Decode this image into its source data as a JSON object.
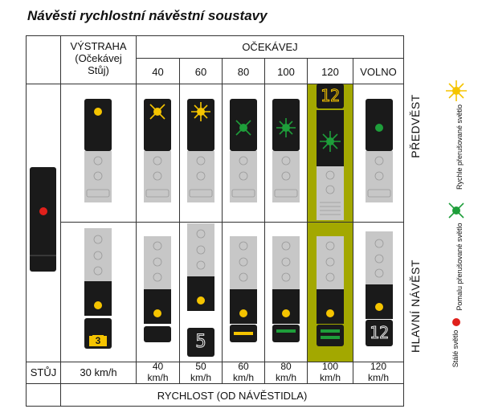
{
  "title": "Návěsti rychlostní návěstní soustavy",
  "header": {
    "warning": [
      "VÝSTRAHA",
      "(Očekávej",
      "Stůj)"
    ],
    "expect": "OČEKÁVEJ",
    "speeds": [
      "40",
      "60",
      "80",
      "100",
      "120",
      "VOLNO"
    ]
  },
  "side_labels": {
    "distant": "PŘEDVĚST",
    "main": "HLAVNÍ NÁVĚST"
  },
  "bottom_row": {
    "stop": "STŮJ",
    "warning_speed": "30 km/h",
    "speeds": [
      [
        "40",
        "km/h"
      ],
      [
        "50",
        "km/h"
      ],
      [
        "60",
        "km/h"
      ],
      [
        "80",
        "km/h"
      ],
      [
        "100",
        "km/h"
      ],
      [
        "120",
        "km/h"
      ]
    ]
  },
  "footer": "RYCHLOST (OD NÁVĚSTIDLA)",
  "indicators": {
    "main_warning": "3",
    "main_50": "5",
    "distant_120": "12",
    "main_120": "12"
  },
  "legend": [
    {
      "text": "Rychle přerušované světlo",
      "color": "#f5c400"
    },
    {
      "text": "Pomalu přerušované světlo",
      "color": "#1e9e3a"
    },
    {
      "text": "Stálé světlo",
      "color": "#e0201b"
    }
  ],
  "colors": {
    "yellow": "#f5c400",
    "green": "#1e9e3a",
    "red": "#e0201b",
    "highlight": "#a3a800"
  }
}
